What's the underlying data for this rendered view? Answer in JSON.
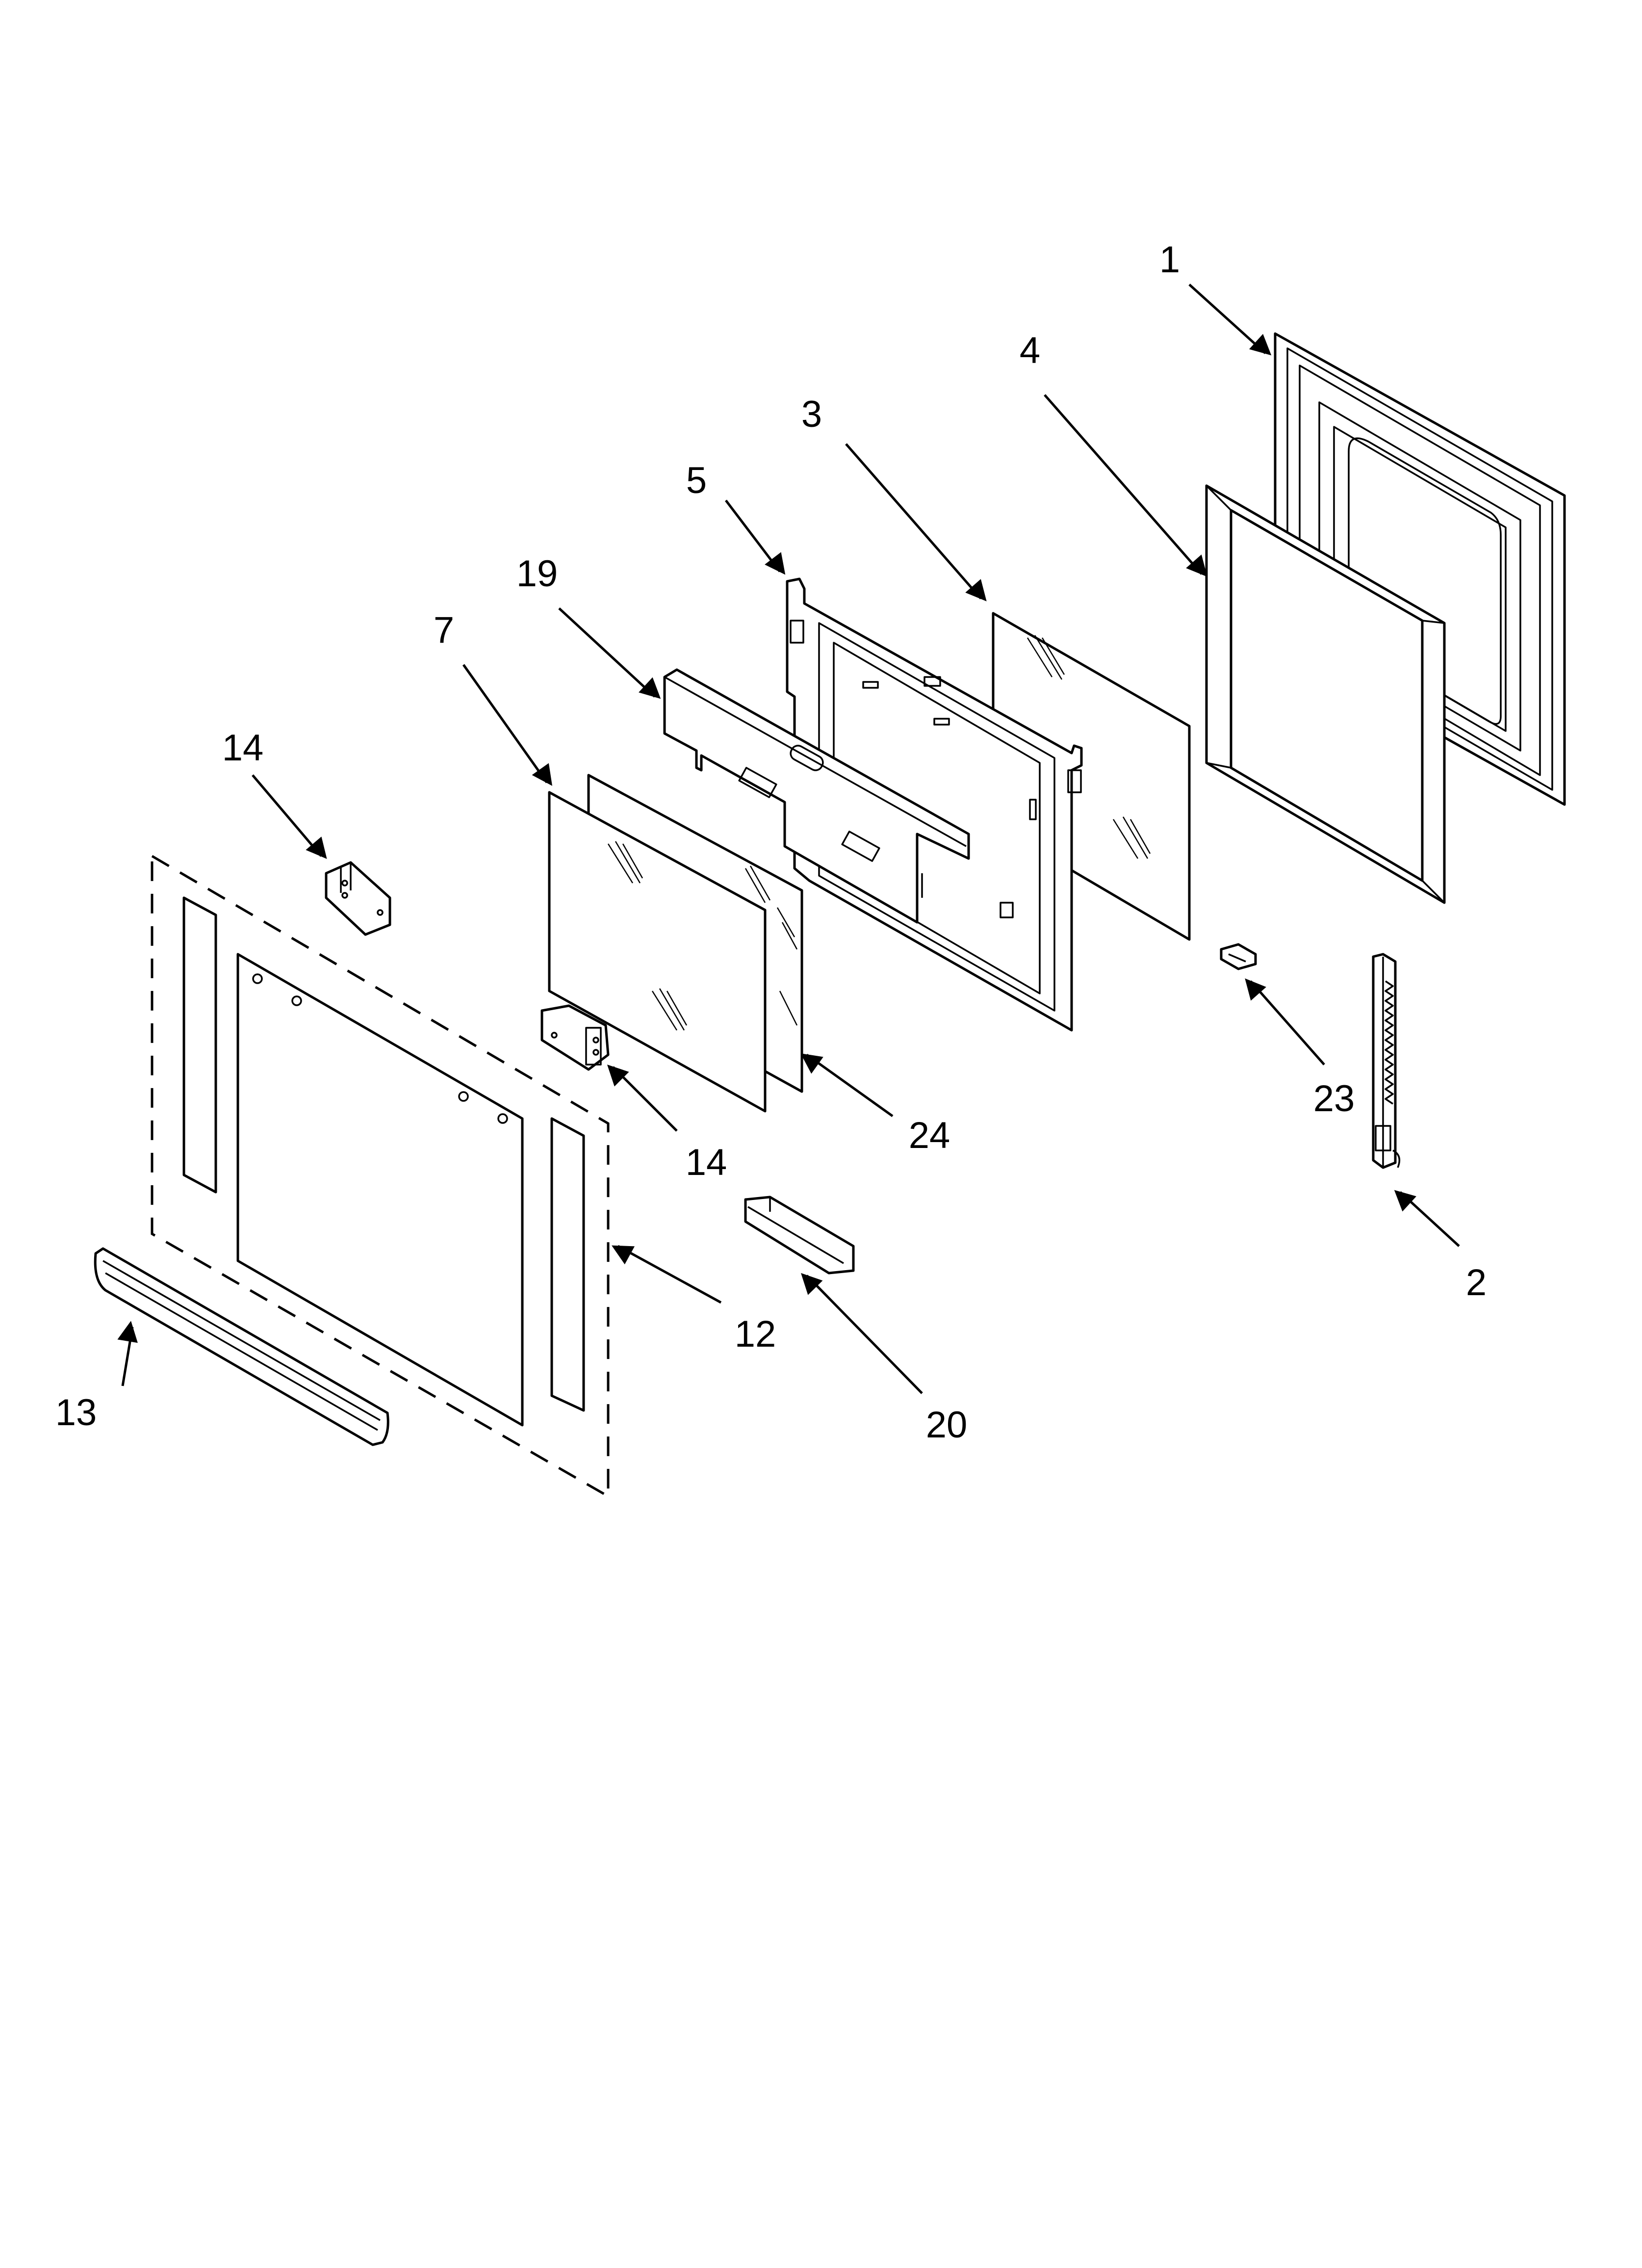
{
  "diagram": {
    "parts": [
      {
        "id": "1",
        "label": "1"
      },
      {
        "id": "2",
        "label": "2"
      },
      {
        "id": "3",
        "label": "3"
      },
      {
        "id": "4",
        "label": "4"
      },
      {
        "id": "5",
        "label": "5"
      },
      {
        "id": "7",
        "label": "7"
      },
      {
        "id": "12",
        "label": "12"
      },
      {
        "id": "13",
        "label": "13"
      },
      {
        "id": "14a",
        "label": "14"
      },
      {
        "id": "14b",
        "label": "14"
      },
      {
        "id": "19",
        "label": "19"
      },
      {
        "id": "20",
        "label": "20"
      },
      {
        "id": "23",
        "label": "23"
      },
      {
        "id": "24",
        "label": "24"
      }
    ]
  }
}
